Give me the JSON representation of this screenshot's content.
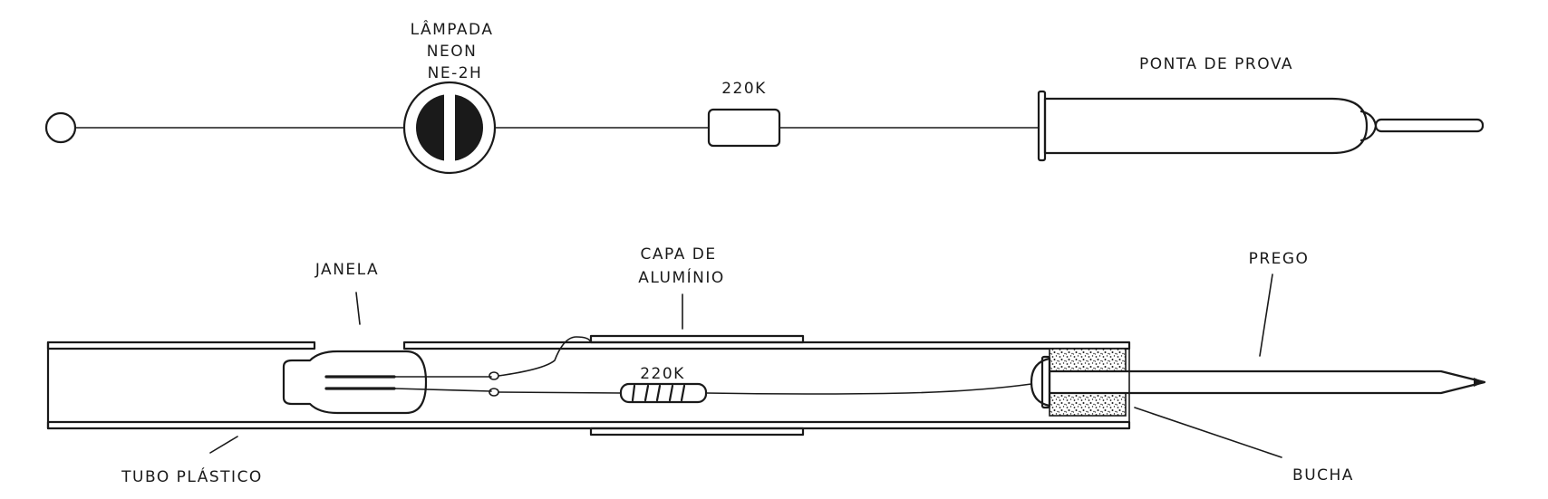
{
  "schematic": {
    "lamp_label_line1": "LÂMPADA",
    "lamp_label_line2": "NEON",
    "lamp_label_line3": "NE-2H",
    "resistor_label": "220K",
    "probe_label": "PONTA DE PROVA"
  },
  "assembly": {
    "window_label": "JANELA",
    "foil_label_line1": "CAPA DE",
    "foil_label_line2": "ALUMÍNIO",
    "resistor_label": "220K",
    "nail_label": "PREGO",
    "tube_label": "TUBO PLÁSTICO",
    "bushing_label": "BUCHA"
  }
}
